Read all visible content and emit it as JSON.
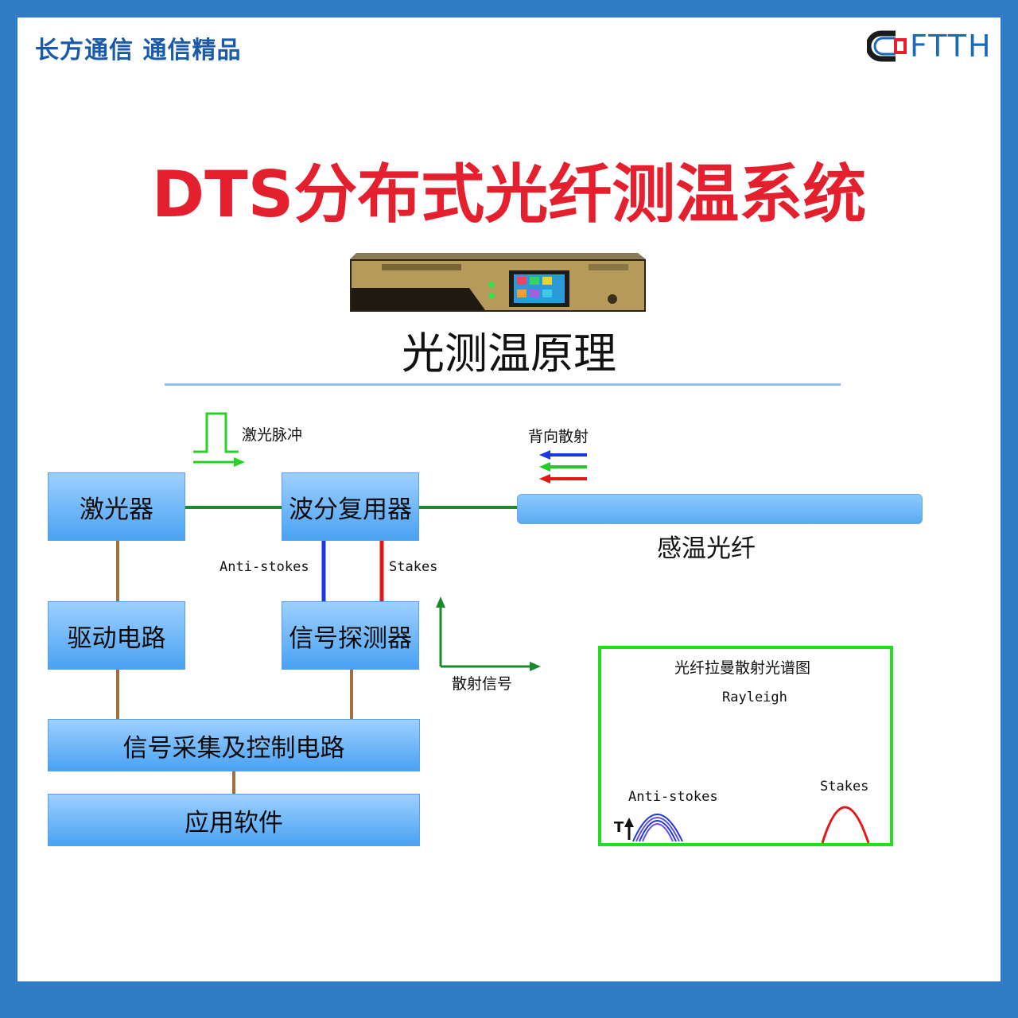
{
  "header": {
    "brand_text": "长方通信  通信精品",
    "logo_text": "FTTH"
  },
  "title": {
    "main": "DTS分布式光纤测温系统",
    "subtitle": "光测温原理"
  },
  "diagram": {
    "labels": {
      "laser_pulse": "激光脉冲",
      "backscatter": "背向散射",
      "anti_stokes": "Anti-stokes",
      "stokes": "Stakes",
      "scatter_signal": "散射信号",
      "sensing_fiber": "感温光纤"
    },
    "boxes": {
      "laser": "激光器",
      "wdm": "波分复用器",
      "driver": "驱动电路",
      "detector": "信号探测器",
      "acquisition": "信号采集及控制电路",
      "software": "应用软件"
    }
  },
  "spectrum": {
    "title": "光纤拉曼散射光谱图",
    "rayleigh": "Rayleigh",
    "anti_stokes": "Anti-stokes",
    "stokes": "Stakes",
    "marker": "T"
  },
  "colors": {
    "background": "#2f7bc4",
    "title_red": "#e4202e",
    "brand_blue": "#1a5aa8",
    "box_blue": "#6ab4f8",
    "link_green": "#1a8a2a",
    "link_brown": "#a0703a",
    "anti_stokes_blue": "#1a3adf",
    "stokes_red": "#e31818",
    "spectrum_border": "#22dd22"
  }
}
